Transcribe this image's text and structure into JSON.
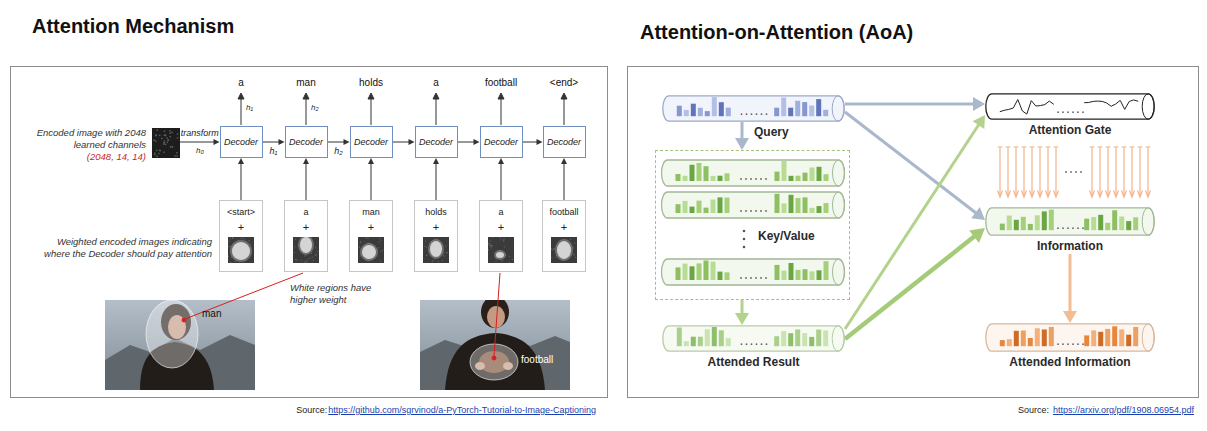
{
  "diagram": {
    "nodes": [
      {
        "text": [
          "Attention Mechanism"
        ]
      },
      {
        "text": [
          "Encoded image with 2048 learned channels",
          "(2048, 14, 14)"
        ],
        "in": 0
      },
      {
        "text": [
          "Decoder"
        ],
        "in": 0
      },
      {
        "text": [
          "Decoder"
        ],
        "in": 0
      },
      {
        "text": [
          "Decoder"
        ],
        "in": 0
      },
      {
        "text": [
          "Decoder"
        ],
        "in": 0
      },
      {
        "text": [
          "Decoder"
        ],
        "in": 0
      },
      {
        "text": [
          "Decoder"
        ],
        "in": 0
      },
      {
        "text": [
          "<start>",
          "+"
        ],
        "in": 0
      },
      {
        "text": [
          "a",
          "+"
        ],
        "in": 0
      },
      {
        "text": [
          "man",
          "+"
        ],
        "in": 0
      },
      {
        "text": [
          "holds",
          "+"
        ],
        "in": 0
      },
      {
        "text": [
          "a",
          "+"
        ],
        "in": 0
      },
      {
        "text": [
          "football",
          "+"
        ],
        "in": 0
      },
      {
        "text": [
          "Attention-on-Attention (AoA)"
        ]
      },
      {
        "text": [
          "Query"
        ],
        "in": 14
      },
      {
        "text": [
          "Key/Value"
        ],
        "in": 14
      },
      {
        "text": [
          "Attended Result"
        ],
        "in": 14
      },
      {
        "text": [
          "Attention Gate"
        ],
        "in": 14
      },
      {
        "text": [
          "Information"
        ],
        "in": 14
      },
      {
        "text": [
          "Attended Information"
        ],
        "in": 14
      }
    ],
    "edges": [
      {
        "from": 1,
        "to": 2,
        "arrow": "to",
        "label": "transform"
      },
      {
        "from": 2,
        "to": 3,
        "arrow": "to",
        "label": "h₁"
      },
      {
        "from": 3,
        "to": 4,
        "arrow": "to",
        "label": "h₂"
      },
      {
        "from": 4,
        "to": 5,
        "arrow": "to"
      },
      {
        "from": 5,
        "to": 6,
        "arrow": "to"
      },
      {
        "from": 6,
        "to": 7,
        "arrow": "to"
      },
      {
        "from": 8,
        "to": 2,
        "arrow": "to"
      },
      {
        "from": 9,
        "to": 3,
        "arrow": "to"
      },
      {
        "from": 10,
        "to": 4,
        "arrow": "to"
      },
      {
        "from": 11,
        "to": 5,
        "arrow": "to"
      },
      {
        "from": 12,
        "to": 6,
        "arrow": "to"
      },
      {
        "from": 13,
        "to": 7,
        "arrow": "to"
      },
      {
        "from": 15,
        "to": 16,
        "arrow": "to"
      },
      {
        "from": 16,
        "to": 17,
        "arrow": "to"
      },
      {
        "from": 15,
        "to": 18,
        "arrow": "to"
      },
      {
        "from": 15,
        "to": 19,
        "arrow": "to"
      },
      {
        "from": 17,
        "to": 18,
        "arrow": "to"
      },
      {
        "from": 17,
        "to": 19,
        "arrow": "to"
      },
      {
        "from": 19,
        "to": 20,
        "arrow": "to"
      }
    ],
    "labels": [
      "a",
      "man",
      "holds",
      "a",
      "football",
      "<end>",
      "h₀",
      "h₁",
      "h₂",
      "Weighted encoded images indicating where the Decoder should pay attention",
      "White regions have higher weight",
      "man",
      "football",
      "Source:",
      "https://github.com/sgrvinod/a-PyTorch-Tutorial-to-Image-Captioning",
      "Source:",
      "https://arxiv.org/pdf/1908.06954.pdf"
    ]
  }
}
